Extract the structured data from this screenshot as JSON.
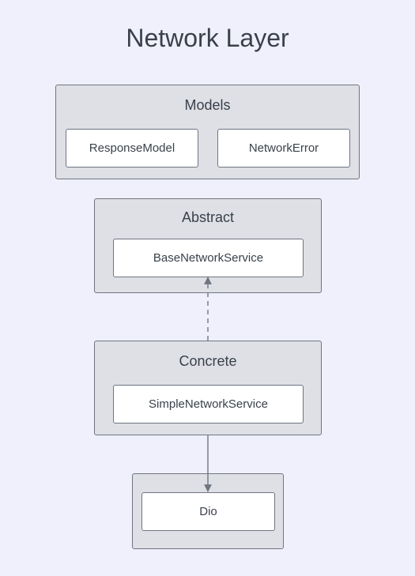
{
  "title": "Network Layer",
  "groups": {
    "models": {
      "label": "Models",
      "nodes": [
        "ResponseModel",
        "NetworkError"
      ]
    },
    "abstract": {
      "label": "Abstract",
      "nodes": [
        "BaseNetworkService"
      ]
    },
    "concrete": {
      "label": "Concrete",
      "nodes": [
        "SimpleNetworkService"
      ]
    },
    "external": {
      "label": "",
      "nodes": [
        "Dio"
      ]
    }
  },
  "edges": [
    {
      "from": "SimpleNetworkService",
      "to": "BaseNetworkService",
      "style": "dashed"
    },
    {
      "from": "SimpleNetworkService",
      "to": "Dio",
      "style": "solid"
    }
  ],
  "colors": {
    "background": "#f0f0fc",
    "group_fill": "#dee0e6",
    "node_fill": "#ffffff",
    "stroke": "#6f7580",
    "text": "#3a414a"
  }
}
